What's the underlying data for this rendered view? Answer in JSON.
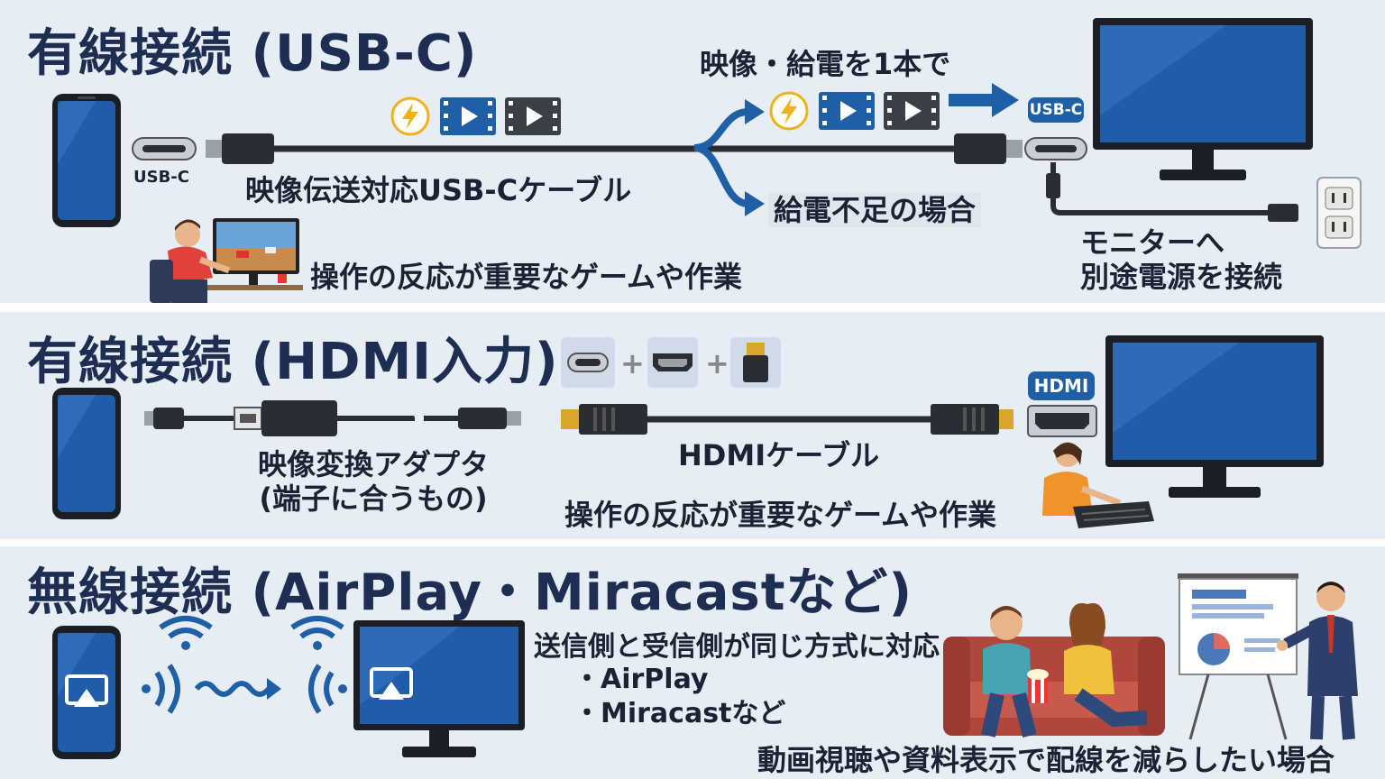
{
  "usb": {
    "title": "有線接続 (USB-C)",
    "port_label": "USB-C",
    "cable_label": "映像伝送対応USB-Cケーブル",
    "video_power_label": "映像・給電を1本で",
    "monitor_port_badge": "USB-C",
    "power_short_label": "給電不足の場合",
    "monitor_power_line1": "モニターへ",
    "monitor_power_line2": "別途電源を接続",
    "use_case": "操作の反応が重要なゲームや作業"
  },
  "hdmi": {
    "title": "有線接続 (HDMI入力)",
    "adapter_line1": "映像変換アダプタ",
    "adapter_line2": "(端子に合うもの)",
    "plus1": "+",
    "plus2": "+",
    "cable_label": "HDMIケーブル",
    "monitor_port_badge": "HDMI",
    "use_case": "操作の反応が重要なゲームや作業"
  },
  "wireless": {
    "title": "無線接続 (AirPlay・Miracastなど)",
    "requirement": "送信側と受信側が同じ方式に対応",
    "items": [
      "・AirPlay",
      "・Miracastなど"
    ],
    "use_case": "動画視聴や資料表示で配線を減らしたい場合"
  },
  "icons": {
    "power": "lightning-icon",
    "video": "film-play-icon",
    "airplay": "airplay-icon",
    "wifi": "wifi-icon",
    "outlet": "power-outlet-icon"
  },
  "colors": {
    "panel_bg": "#e6edf5",
    "title": "#1d2e52",
    "accent_blue": "#1f5fa6",
    "screen_blue": "#1f5da8",
    "power_yellow": "#f0b21b",
    "cable": "#2a2d33"
  }
}
